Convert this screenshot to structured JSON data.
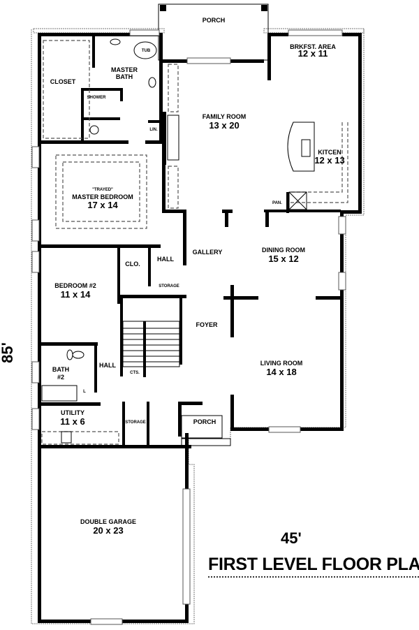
{
  "title": "FIRST LEVEL FLOOR PLAN",
  "dimensions": {
    "width": "45'",
    "depth": "85'"
  },
  "rooms": {
    "porch_rear": {
      "name": "PORCH"
    },
    "brkfst": {
      "name": "BRKFST. AREA",
      "size": "12 x 11"
    },
    "family": {
      "name": "FAMILY ROOM",
      "size": "13 x 20"
    },
    "kitchen": {
      "name": "KITCEN",
      "size": "12 x 13"
    },
    "pantry": {
      "name": "PAN."
    },
    "closet": {
      "name": "CLOSET"
    },
    "master_bath": {
      "name": "MASTER",
      "name2": "BATH"
    },
    "tub": {
      "name": "TUB"
    },
    "shower": {
      "name": "SHOWER"
    },
    "linen": {
      "name": "LIN."
    },
    "master_bed": {
      "note": "\"TRAYED\"",
      "name": "MASTER BEDROOM",
      "size": "17 x 14"
    },
    "hall_upper": {
      "name": "HALL"
    },
    "gallery": {
      "name": "GALLERY"
    },
    "dining": {
      "name": "DINING ROOM",
      "size": "15 x 12"
    },
    "closet2": {
      "name": "CLO."
    },
    "storage_upper": {
      "name": "STORAGE"
    },
    "bedroom2": {
      "name": "BEDROOM #2",
      "size": "11 x 14"
    },
    "foyer": {
      "name": "FOYER"
    },
    "living": {
      "name": "LIVING ROOM",
      "size": "14 x 18"
    },
    "bath2": {
      "name": "BATH",
      "name2": "#2"
    },
    "hall_lower": {
      "name": "HALL"
    },
    "linen2": {
      "name": "L"
    },
    "coats": {
      "name": "CTS."
    },
    "utility": {
      "name": "UTILITY",
      "size": "11 x 6"
    },
    "storage_lower": {
      "name": "STORAGE"
    },
    "porch_front": {
      "name": "PORCH"
    },
    "garage": {
      "name": "DOUBLE GARAGE",
      "size": "20 x 23"
    }
  }
}
